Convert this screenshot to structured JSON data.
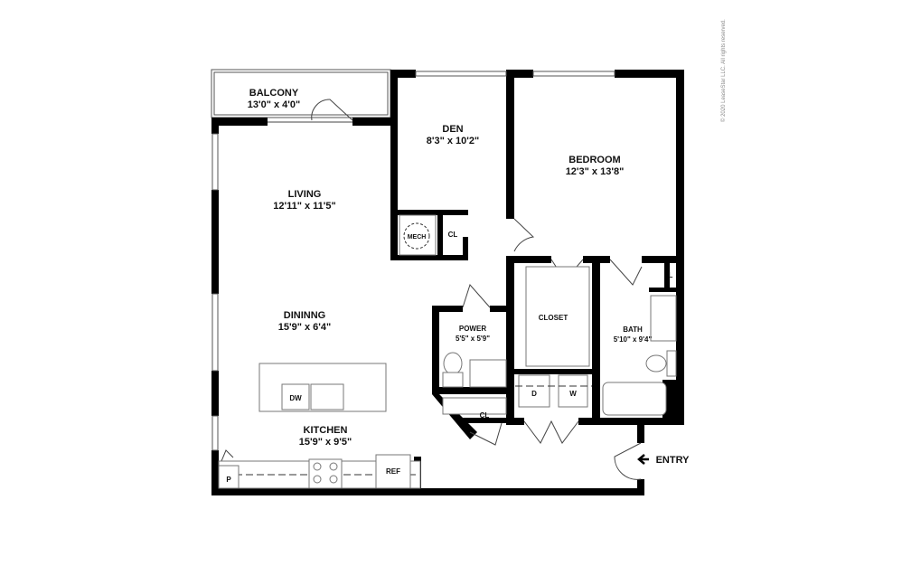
{
  "copyright": "© 2020 LeaseStar LLC. All rights reserved.",
  "rooms": {
    "balcony": {
      "name": "BALCONY",
      "dims": "13'0\" x 4'0\""
    },
    "den": {
      "name": "DEN",
      "dims": "8'3\" x 10'2\""
    },
    "bedroom": {
      "name": "BEDROOM",
      "dims": "12'3\" x 13'8\""
    },
    "living": {
      "name": "LIVING",
      "dims": "12'11\" x 11'5\""
    },
    "dining": {
      "name": "DININNG",
      "dims": "15'9\" x 6'4\""
    },
    "kitchen": {
      "name": "KITCHEN",
      "dims": "15'9\" x 9'5\""
    },
    "power": {
      "name": "POWER",
      "dims": "5'5\" x 5'9\""
    },
    "bath": {
      "name": "BATH",
      "dims": "5'10\" x 9'4\""
    },
    "closet": {
      "name": "CLOSET"
    }
  },
  "fixtures": {
    "mech": "MECH",
    "cl1": "CL",
    "cl2": "CL",
    "linen": "L",
    "dryer": "D",
    "washer": "W",
    "dishwasher": "DW",
    "pantry": "P",
    "fridge": "REF"
  },
  "entry": {
    "label": "ENTRY",
    "icon": "arrow-left-icon"
  }
}
